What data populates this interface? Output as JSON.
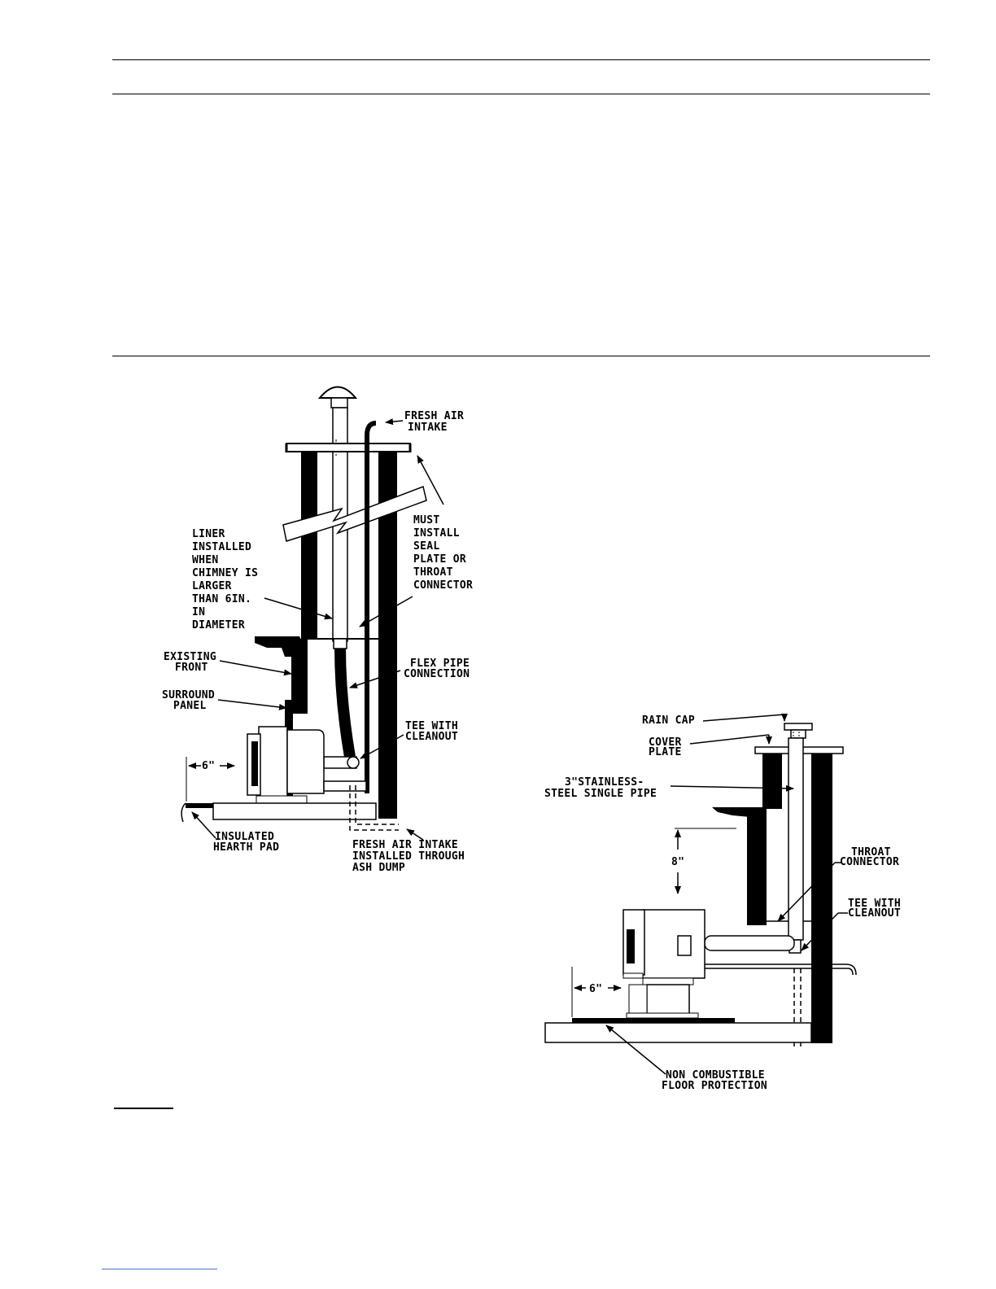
{
  "left_diagram": {
    "labels": {
      "fresh_air_intake": [
        "FRESH AIR",
        "INTAKE"
      ],
      "must_install": [
        "MUST",
        "INSTALL",
        "SEAL",
        "PLATE OR",
        "THROAT",
        "CONNECTOR"
      ],
      "liner": [
        "LINER",
        "INSTALLED",
        "WHEN",
        "CHIMNEY IS",
        "LARGER",
        "THAN 6IN.",
        "IN",
        "DIAMETER"
      ],
      "existing_front": [
        "EXISTING",
        "FRONT"
      ],
      "surround_panel": [
        "SURROUND",
        "PANEL"
      ],
      "flex_pipe": [
        "FLEX PIPE",
        "CONNECTION"
      ],
      "tee_cleanout": [
        "TEE WITH",
        "CLEANOUT"
      ],
      "clearance": "6\"",
      "hearth_pad": [
        "INSULATED",
        "HEARTH PAD"
      ],
      "fresh_air_ash": [
        "FRESH AIR INTAKE",
        "INSTALLED THROUGH",
        "ASH DUMP"
      ]
    }
  },
  "right_diagram": {
    "labels": {
      "rain_cap": "RAIN CAP",
      "cover_plate": [
        "COVER",
        "PLATE"
      ],
      "pipe": [
        "3\"STAINLESS-",
        "STEEL SINGLE PIPE"
      ],
      "throat_connector": [
        "THROAT",
        "CONNECTOR"
      ],
      "height": "8\"",
      "tee_cleanout": [
        "TEE WITH",
        "CLEANOUT"
      ],
      "clearance": "6\"",
      "floor_protection": [
        "NON COMBUSTIBLE",
        "FLOOR PROTECTION"
      ]
    }
  }
}
